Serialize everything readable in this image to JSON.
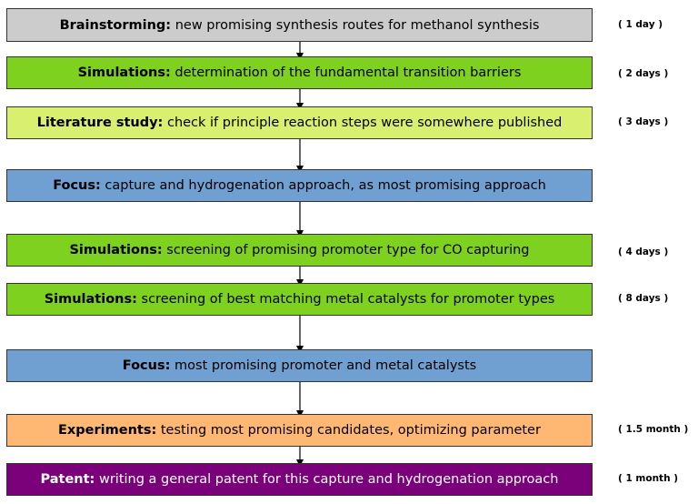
{
  "colors": {
    "gray": "#cccccc",
    "green": "#7fd11f",
    "lightgreen": "#d8ef70",
    "blue": "#70a0d2",
    "orange": "#ffb874",
    "purple": "#7b017b",
    "arrow": "#000000",
    "border": "#333333"
  },
  "steps": [
    {
      "label": "Brainstorming:",
      "text": " new promising synthesis routes for methanol synthesis",
      "duration": "( 1 day )"
    },
    {
      "label": "Simulations:",
      "text": " determination of the fundamental transition barriers",
      "duration": "( 2 days )"
    },
    {
      "label": "Literature study:",
      "text": " check if principle reaction steps were somewhere published",
      "duration": "( 3 days )"
    },
    {
      "label": "Focus:",
      "text": " capture and hydrogenation approach, as most promising approach",
      "duration": ""
    },
    {
      "label": "Simulations:",
      "text": " screening of promising promoter type for CO capturing",
      "duration": "( 4 days )"
    },
    {
      "label": "Simulations:",
      "text": " screening of best matching metal catalysts for promoter types",
      "duration": "( 8 days )"
    },
    {
      "label": "Focus:",
      "text": " most promising promoter and metal catalysts",
      "duration": ""
    },
    {
      "label": "Experiments:",
      "text": " testing most promising candidates, optimizing parameter",
      "duration": "( 1.5 month )"
    },
    {
      "label": "Patent:",
      "text": " writing a general patent for this capture and hydrogenation approach",
      "duration": "( 1 month )"
    }
  ]
}
